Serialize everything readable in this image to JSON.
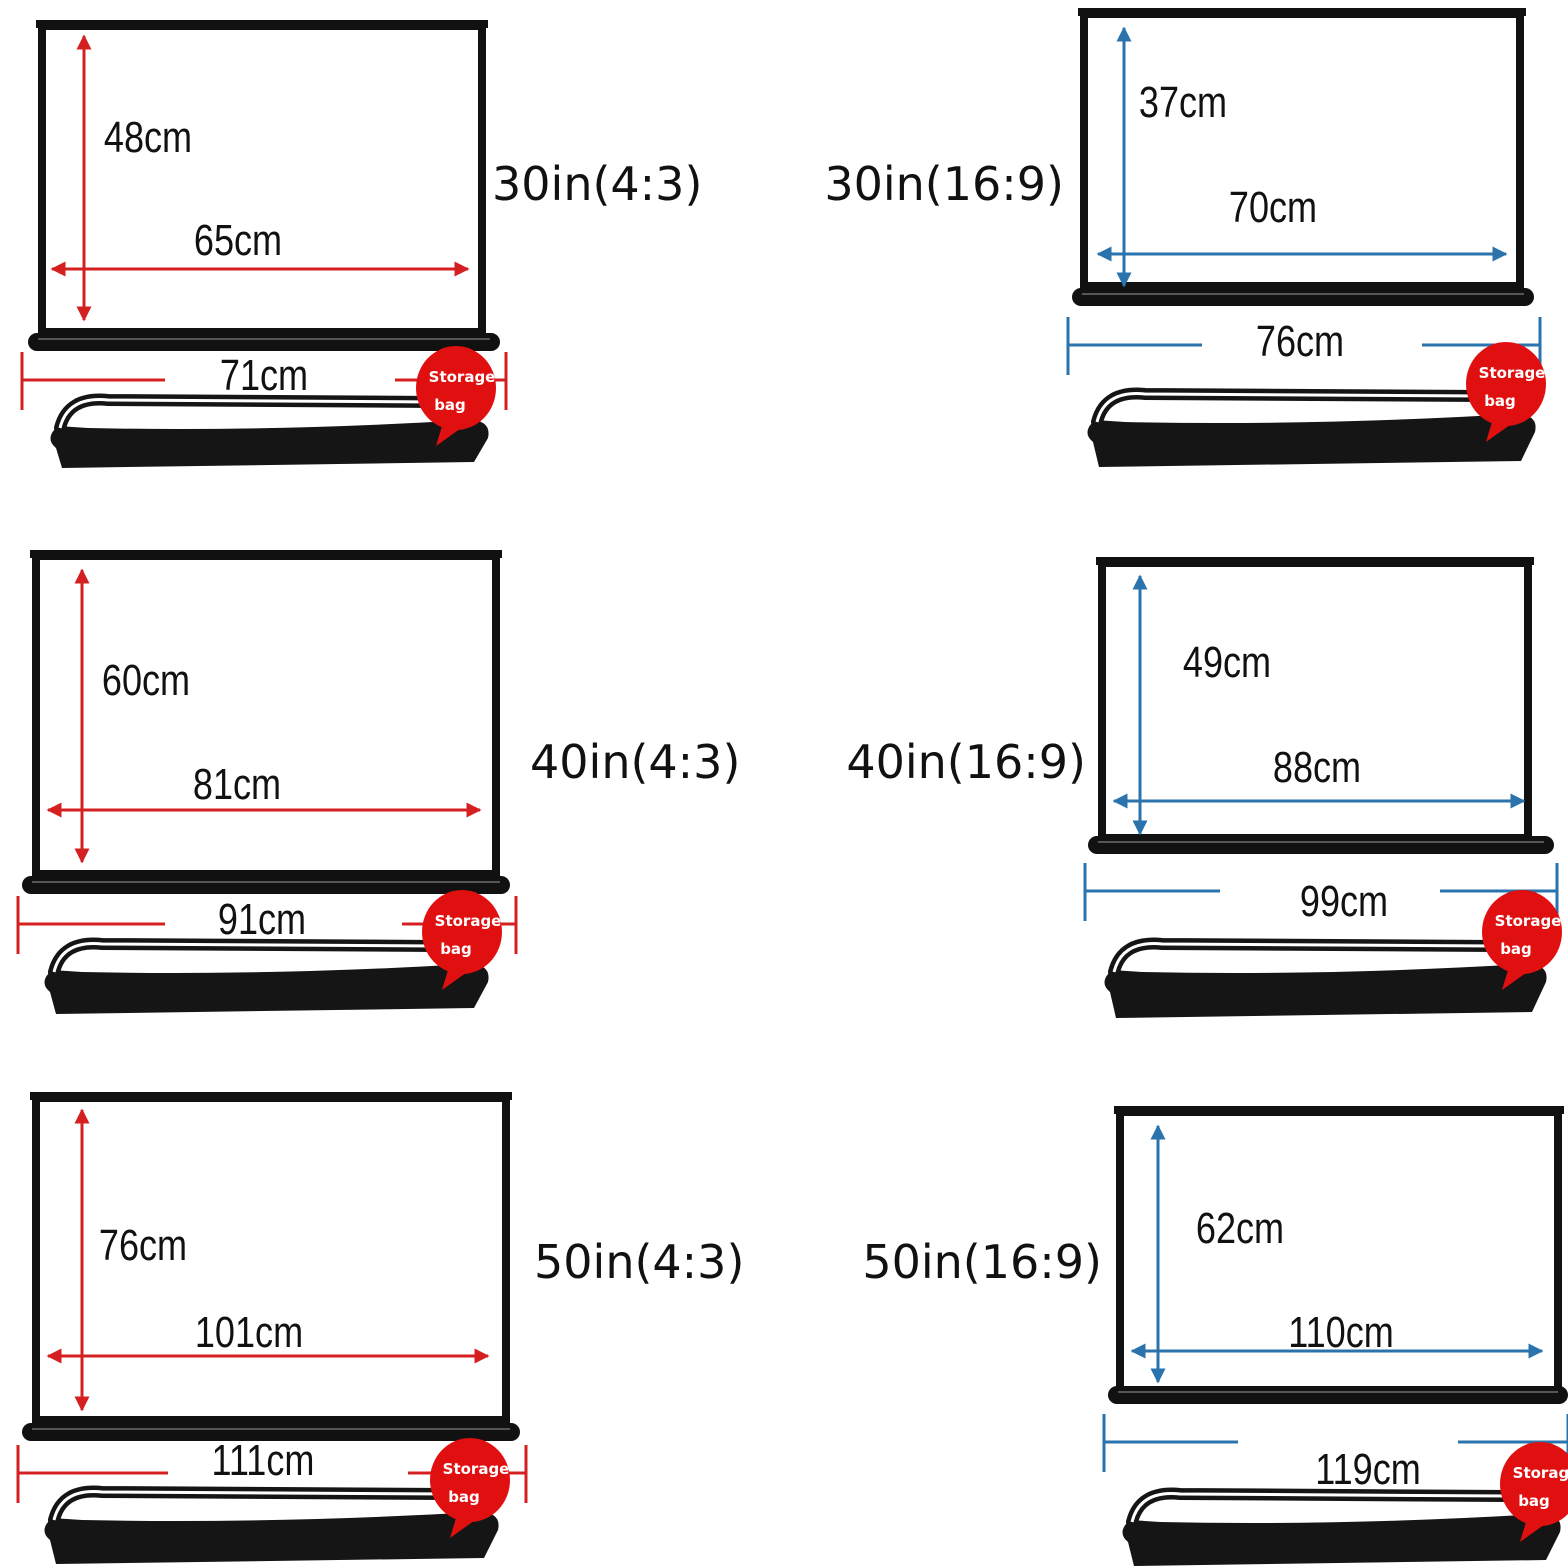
{
  "colors": {
    "frame": "#111111",
    "arrow_4_3": "#d42020",
    "arrow_16_9": "#2a73ad",
    "bubble": "#e01010",
    "bag": "#151515"
  },
  "screens": [
    {
      "id": "30-4-3",
      "size_label": "30in(4:3)",
      "height_label": "48cm",
      "width_label": "65cm",
      "total_label": "71cm",
      "bag_line1": "Storage",
      "bag_line2": "bag",
      "ratio": "4:3"
    },
    {
      "id": "30-16-9",
      "size_label": "30in(16:9)",
      "height_label": "37cm",
      "width_label": "70cm",
      "total_label": "76cm",
      "bag_line1": "Storage",
      "bag_line2": "bag",
      "ratio": "16:9"
    },
    {
      "id": "40-4-3",
      "size_label": "40in(4:3)",
      "height_label": "60cm",
      "width_label": "81cm",
      "total_label": "91cm",
      "bag_line1": "Storage",
      "bag_line2": "bag",
      "ratio": "4:3"
    },
    {
      "id": "40-16-9",
      "size_label": "40in(16:9)",
      "height_label": "49cm",
      "width_label": "88cm",
      "total_label": "99cm",
      "bag_line1": "Storage",
      "bag_line2": "bag",
      "ratio": "16:9"
    },
    {
      "id": "50-4-3",
      "size_label": "50in(4:3)",
      "height_label": "76cm",
      "width_label": "101cm",
      "total_label": "111cm",
      "bag_line1": "Storage",
      "bag_line2": "bag",
      "ratio": "4:3"
    },
    {
      "id": "50-16-9",
      "size_label": "50in(16:9)",
      "height_label": "62cm",
      "width_label": "110cm",
      "total_label": "119cm",
      "bag_line1": "Storage",
      "bag_line2": "bag",
      "ratio": "16:9"
    }
  ]
}
